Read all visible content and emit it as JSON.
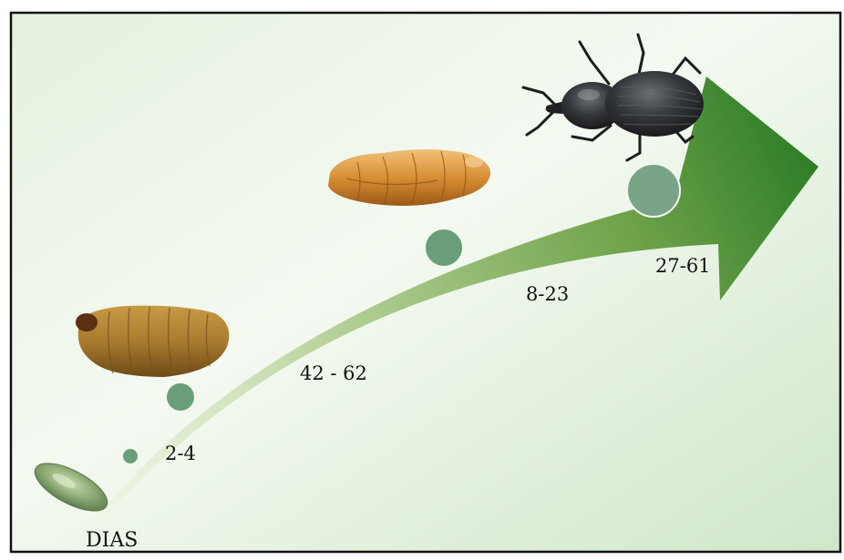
{
  "diagram": {
    "unit_label": "DIAS",
    "stage_durations": [
      "2-4",
      "42 - 62",
      "8-23",
      "27-61"
    ],
    "stages": [
      {
        "name": "egg",
        "marker": "egg-stage-marker"
      },
      {
        "name": "larva",
        "marker": "larva-stage-marker"
      },
      {
        "name": "pupa",
        "marker": "pupa-stage-marker"
      },
      {
        "name": "adult",
        "marker": "adult-stage-marker"
      }
    ],
    "colors": {
      "background_light": "#f2f8ee",
      "background_mid": "#cfe6c9",
      "arrow_start": "#d9e9c4",
      "arrow_end": "#2e7d28",
      "marker_fill": "#6a9e7a",
      "marker_stroke": "#f3f8ee",
      "egg": "#7f9c6a",
      "larva": "#a07a2e",
      "pupa": "#cf8a2c",
      "beetle": "#2b2d30",
      "frame": "#111111"
    }
  }
}
